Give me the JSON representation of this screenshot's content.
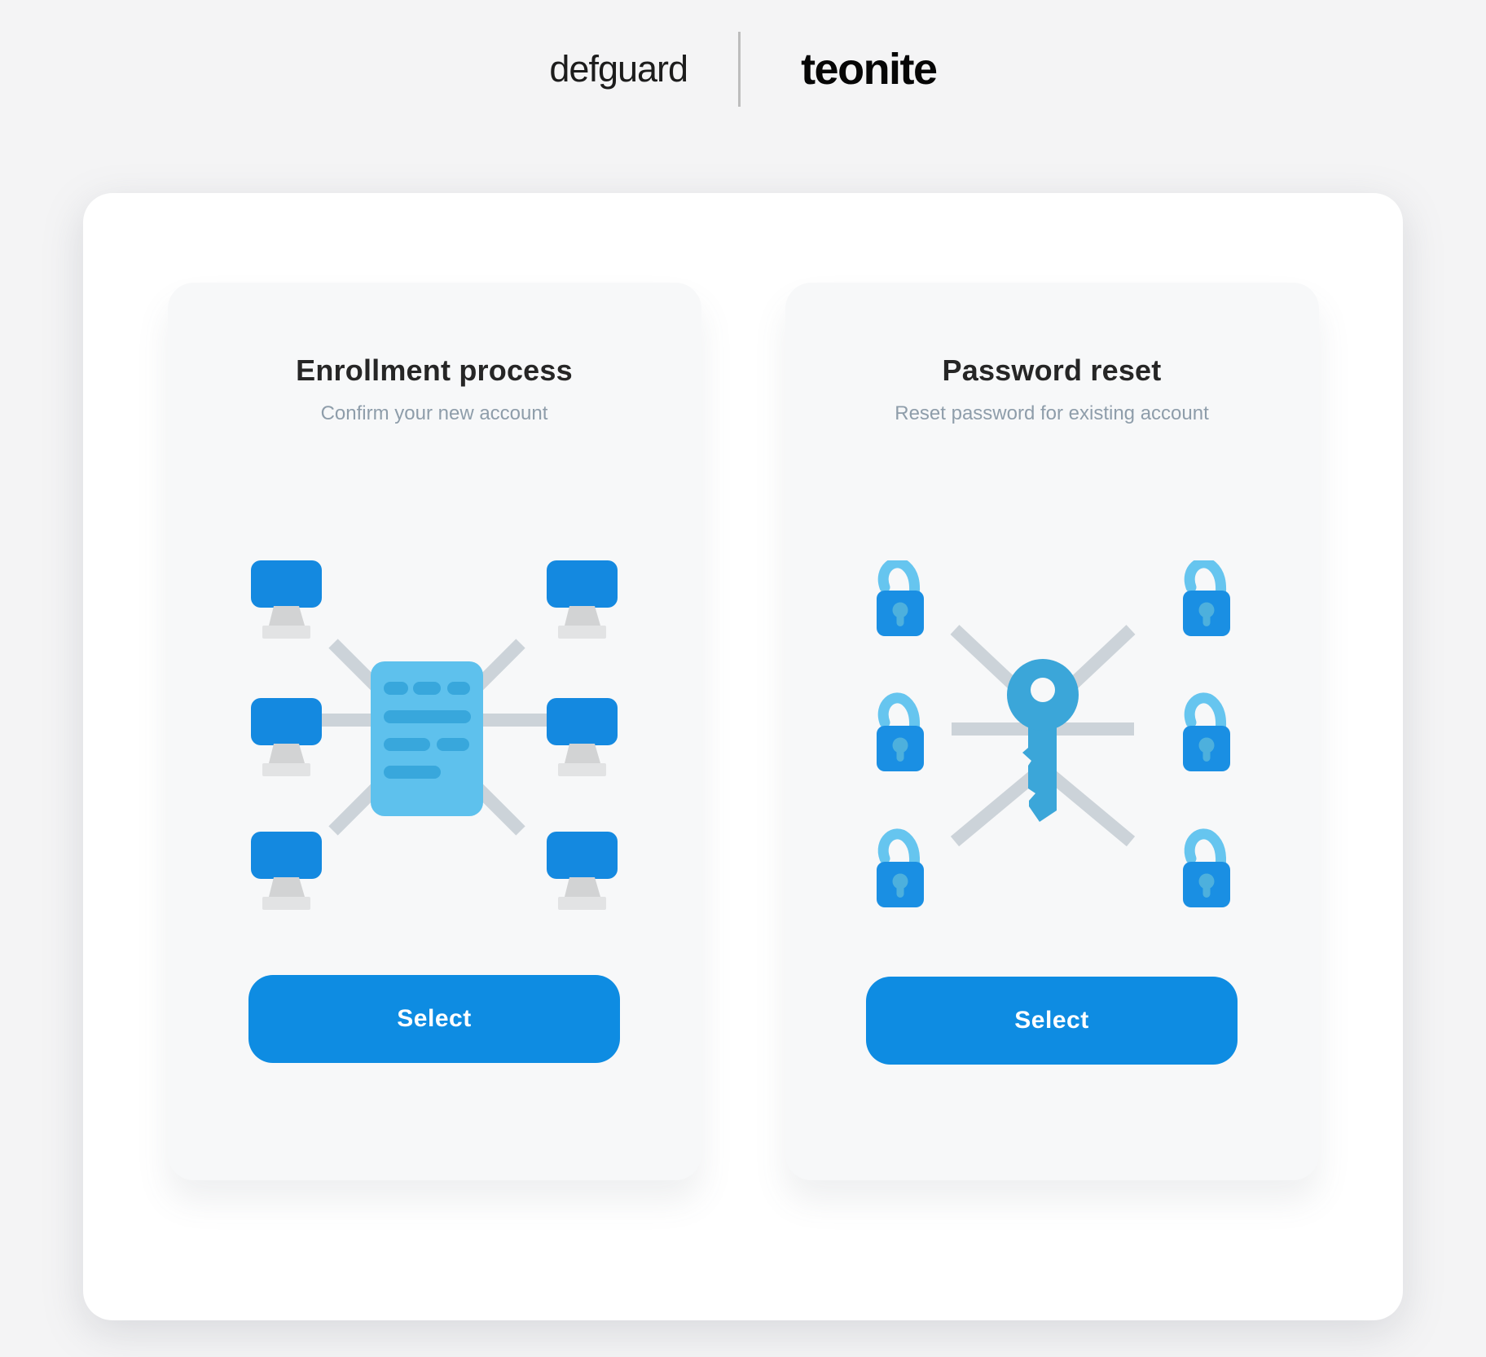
{
  "header": {
    "defguard_logo": "defguard",
    "teonite_logo": "teonite"
  },
  "cards": [
    {
      "id": "enrollment",
      "title": "Enrollment process",
      "subtitle": "Confirm your new account",
      "button_label": "Select",
      "illustration": "document-network",
      "icons": [
        "monitor-icon",
        "document-icon",
        "network-rays"
      ]
    },
    {
      "id": "password-reset",
      "title": "Password reset",
      "subtitle": "Reset password for existing account",
      "button_label": "Select",
      "illustration": "key-padlocks",
      "icons": [
        "padlock-icon",
        "key-icon",
        "network-rays"
      ]
    }
  ],
  "colors": {
    "page_background": "#f4f4f5",
    "panel_background": "#ffffff",
    "card_background": "#f7f8f9",
    "accent_blue": "#0e8ce2",
    "monitor_blue": "#1489e0",
    "document_blue": "#5ec1ed",
    "document_bar_blue": "#38a7dc",
    "key_blue": "#3ba6d9",
    "padlock_blue": "#1a8fe3",
    "shackle_blue": "#66c5ef",
    "keyhole_blue": "#4db0dd",
    "ray_gray": "#ccd3d9",
    "stand_gray": "#d2d3d4",
    "base_gray": "#e2e3e4",
    "title_color": "#262626",
    "subtitle_color": "#8e9daa"
  }
}
